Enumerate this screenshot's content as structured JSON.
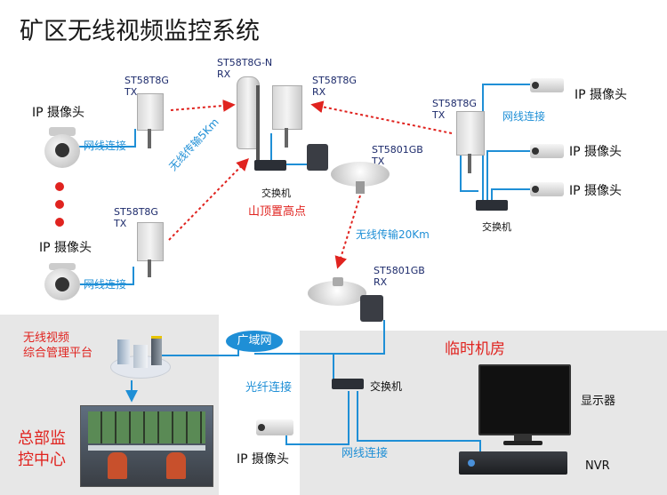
{
  "title": "矿区无线视频监控系统",
  "devices": {
    "tx_left_top": "ST58T8G\nTX",
    "tx_left_bottom": "ST58T8G\nTX",
    "rx_n": "ST58T8G-N\nRX",
    "rx_center": "ST58T8G\nRX",
    "tx_right": "ST58T8G\nTX",
    "gb_tx": "ST5801GB\nTX",
    "gb_rx": "ST5801GB\nRX"
  },
  "labels": {
    "ip_camera": "IP 摄像头",
    "wired_link": "网线连接",
    "wireless_5km": "无线传输5Km",
    "wireless_20km": "无线传输20Km",
    "switch": "交换机",
    "hilltop": "山顶置高点",
    "wan": "广域网",
    "fiber_link": "光纤连接",
    "platform": "无线视频\n综合管理平台",
    "hq": "总部监\n控中心",
    "temp_room": "临时机房",
    "display": "显示器",
    "nvr": "NVR"
  },
  "colors": {
    "wireless_arrow": "#e0231f",
    "wired_line": "#1f8fd6",
    "panel_bg": "#e7e7e7"
  }
}
